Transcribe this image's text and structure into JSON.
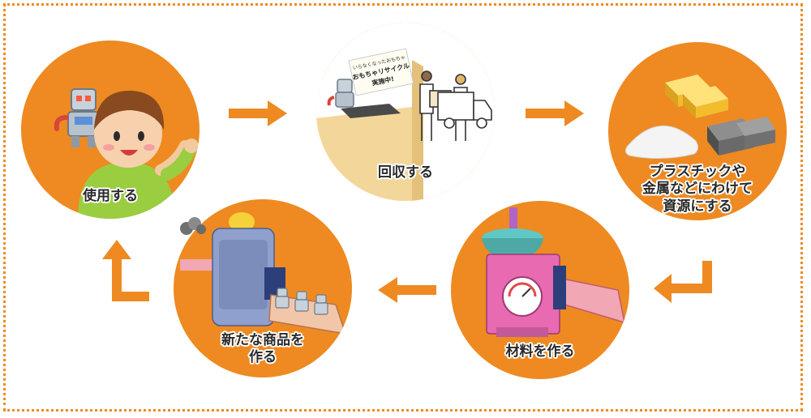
{
  "colors": {
    "accent": "#ee8a21",
    "border": "#ee8a21",
    "label_text": "#2a2a2a"
  },
  "steps": {
    "use": {
      "label": "使用する"
    },
    "collect": {
      "label": "回収する",
      "poster_lines": [
        "いらなくなったおもちゃ",
        "おもちゃリサイクル",
        "実施中!"
      ]
    },
    "sort": {
      "label_lines": [
        "プラスチックや",
        "金属などにわけて",
        "資源にする"
      ]
    },
    "material": {
      "label": "材料を作る"
    },
    "product": {
      "label_lines": [
        "新たな商品を",
        "作る"
      ]
    }
  },
  "arrows": [
    {
      "from": "use",
      "to": "collect",
      "direction": "right"
    },
    {
      "from": "collect",
      "to": "sort",
      "direction": "right"
    },
    {
      "from": "sort",
      "to": "material",
      "direction": "down-left"
    },
    {
      "from": "material",
      "to": "product",
      "direction": "left"
    },
    {
      "from": "product",
      "to": "use",
      "direction": "up"
    }
  ]
}
